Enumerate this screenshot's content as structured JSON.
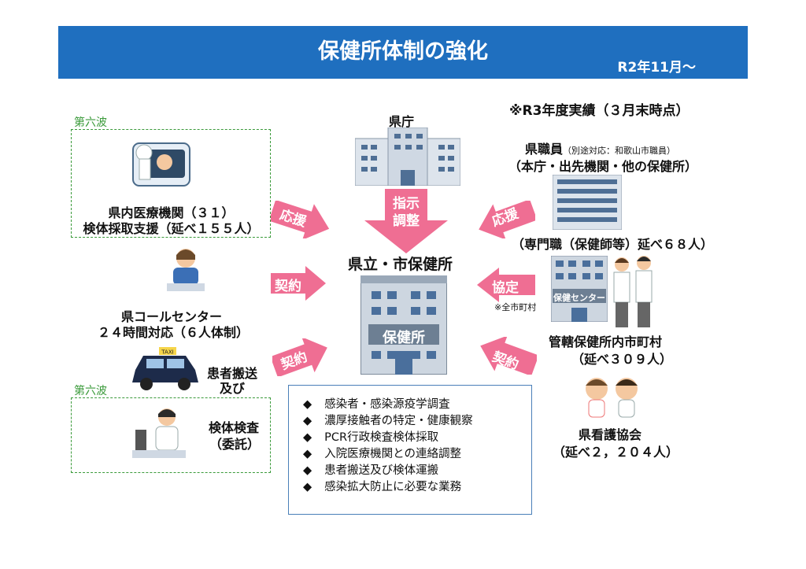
{
  "banner": {
    "title": "保健所体制の強化",
    "date": "R2年11月～"
  },
  "note": "※R3年度実績（３月末時点）",
  "left": {
    "wave_label_1": "第六波",
    "medical_line1": "県内医療機関（３１）",
    "medical_line2": "検体採取支援（延べ１５５人）",
    "call_line1": "県コールセンター",
    "call_line2": "２４時間対応（６人体制）",
    "transport_line1": "患者搬送",
    "transport_line2": "及び",
    "wave_label_2": "第六波",
    "test_line1": "検体検査",
    "test_line2": "（委託）",
    "taxi_sign": "TAXI"
  },
  "top": {
    "kencho": "県庁",
    "instruction_line1": "指示",
    "instruction_line2": "調整"
  },
  "center": {
    "title": "県立・市保健所",
    "building_sign": "保健所"
  },
  "right": {
    "staff_title": "県職員",
    "staff_note": "（別途対応：和歌山市職員）",
    "staff_detail": "（本庁・出先機関・他の保健所）",
    "staff_count": "（専門職（保健師等）延べ６８人）",
    "center_sign": "保健センター",
    "city_line1": "管轄保健所内市町村",
    "city_line2": "（延べ３０９人）",
    "all_cities": "※全市町村",
    "nurse_line1": "県看護協会",
    "nurse_line2": "（延べ２，２０４人）"
  },
  "arrows": {
    "support_left": "応援",
    "contract_left_1": "契約",
    "contract_left_2": "契約",
    "support_right": "応援",
    "agreement": "協定",
    "contract_right": "契約"
  },
  "tasks": [
    "感染者・感染源疫学調査",
    "濃厚接触者の特定・健康観察",
    "PCR行政検査検体採取",
    "入院医療機関との連絡調整",
    "患者搬送及び検体運搬",
    "感染拡大防止に必要な業務"
  ],
  "colors": {
    "banner": "#1f6fbf",
    "arrow": "#ef6e93",
    "green": "#3a9a3a"
  }
}
